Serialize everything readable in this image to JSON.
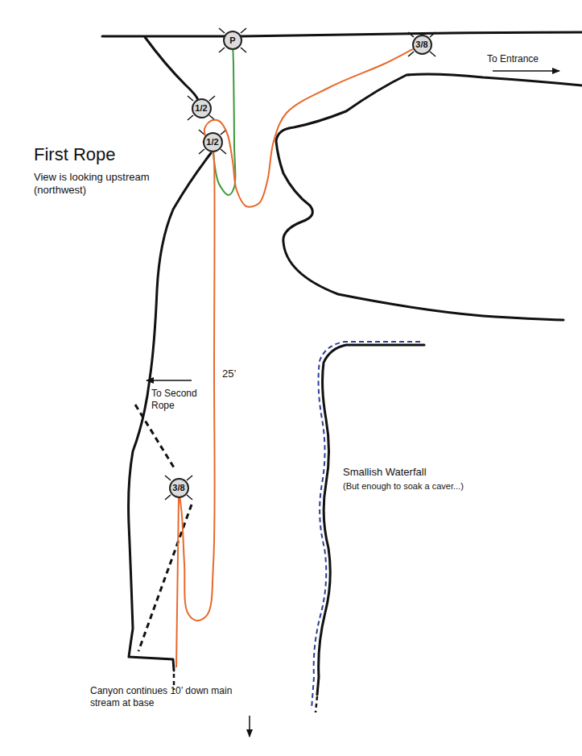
{
  "diagram": {
    "title": "First Rope",
    "nodes": [
      {
        "text": [
          "P"
        ]
      },
      {
        "text": [
          "3/8"
        ]
      },
      {
        "text": [
          "1/2"
        ]
      },
      {
        "text": [
          "1/2"
        ]
      },
      {
        "text": [
          "3/8"
        ]
      }
    ],
    "edges": [
      {
        "from": 0,
        "to": 3,
        "arrow": "none"
      },
      {
        "from": 1,
        "to": 3,
        "arrow": "none"
      },
      {
        "from": 3,
        "to": 4,
        "arrow": "none"
      }
    ],
    "labels": [
      "View is looking upstream (northwest)",
      "To Entrance",
      "To Second Rope",
      "25’",
      "Smallish Waterfall",
      "(But enough to soak a caver...)",
      "Canyon continues 10’ down main stream at base"
    ]
  }
}
